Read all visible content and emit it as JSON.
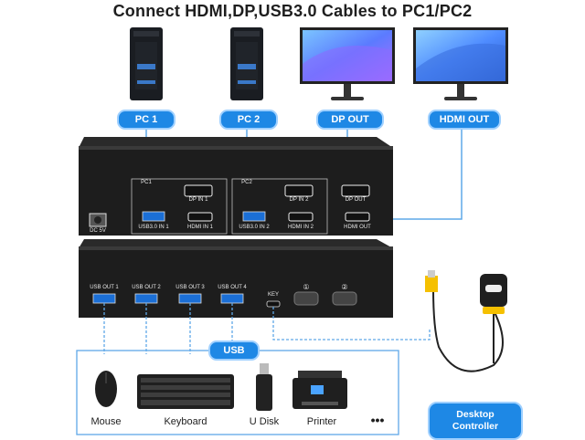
{
  "title": "Connect HDMI,DP,USB3.0 Cables to PC1/PC2",
  "top_labels": {
    "pc1": "PC 1",
    "pc2": "PC 2",
    "dp_out": "DP OUT",
    "hdmi_out": "HDMI OUT"
  },
  "front_panel": {
    "pc1_box": "PC1",
    "pc2_box": "PC2",
    "dp_in_1": "DP IN 1",
    "dp_in_2": "DP IN 2",
    "dp_out": "DP OUT",
    "usb_in_1": "USB3.0 IN 1",
    "usb_in_2": "USB3.0 IN 2",
    "hdmi_in_1": "HDMI IN 1",
    "hdmi_in_2": "HDMI IN 2",
    "hdmi_out": "HDMI OUT",
    "dc": "DC 5V"
  },
  "back_panel": {
    "usb_out_1": "USB OUT 1",
    "usb_out_2": "USB OUT 2",
    "usb_out_3": "USB OUT 3",
    "usb_out_4": "USB OUT 4",
    "key": "KEY",
    "btn1": "①",
    "btn2": "②"
  },
  "usb_label": "USB",
  "devices": {
    "mouse": "Mouse",
    "keyboard": "Keyboard",
    "udisk": "U Disk",
    "printer": "Printer",
    "more": "•••"
  },
  "controller": {
    "line1": "Desktop",
    "line2": "Controller"
  },
  "colors": {
    "accent": "#1e88e5",
    "accent_light": "#9fd0ff",
    "dashed": "#5fa8e8",
    "device_body": "#1f1f1f"
  }
}
